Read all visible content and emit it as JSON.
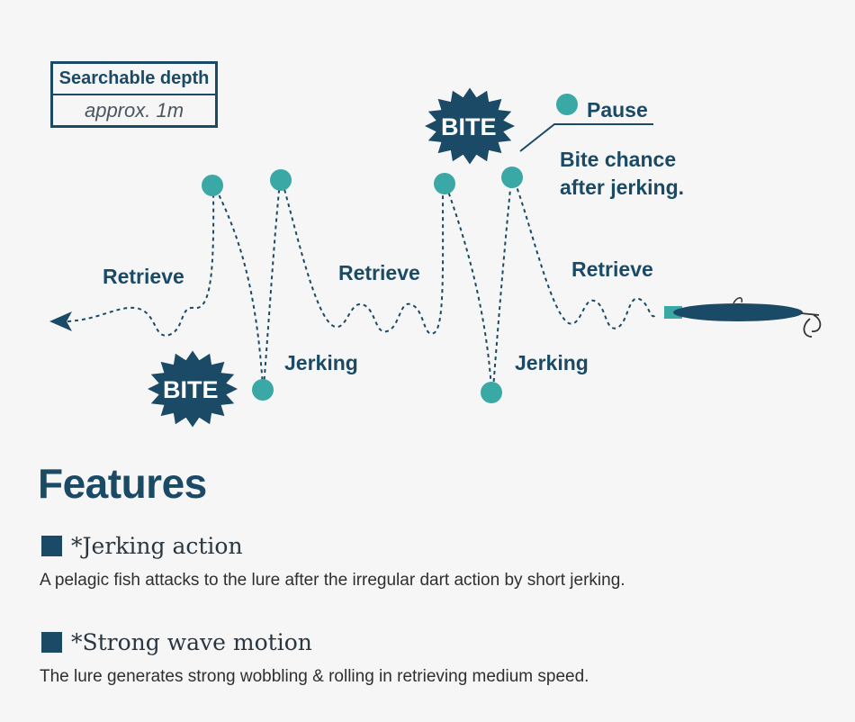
{
  "depth_box": {
    "title": "Searchable depth",
    "value": "approx. 1m"
  },
  "diagram": {
    "retrieve_labels": [
      "Retrieve",
      "Retrieve",
      "Retrieve"
    ],
    "jerking_labels": [
      "Jerking",
      "Jerking"
    ],
    "bite_labels": [
      "BITE",
      "BITE"
    ],
    "pause_label": "Pause",
    "pause_note_line1": "Bite chance",
    "pause_note_line2": "after jerking."
  },
  "features": {
    "title": "Features",
    "items": [
      {
        "heading": "*Jerking action",
        "description": "A pelagic fish attacks to the lure after the irregular dart action by short jerking."
      },
      {
        "heading": "*Strong wave motion",
        "description": "The lure generates strong wobbling & rolling in retrieving medium speed."
      }
    ]
  },
  "colors": {
    "navy": "#1b4a66",
    "teal": "#3aa8a5",
    "background": "#f6f6f6"
  }
}
